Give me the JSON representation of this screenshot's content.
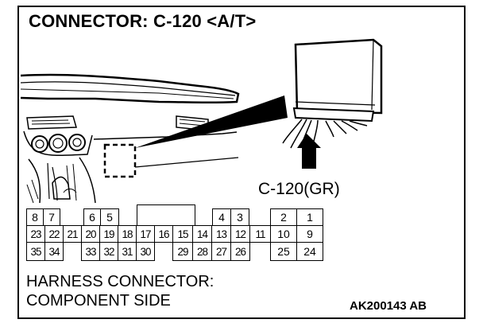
{
  "title": "CONNECTOR: C-120 <A/T>",
  "connector_label": "C-120(GR)",
  "caption_line1": "HARNESS CONNECTOR:",
  "caption_line2": "COMPONENT SIDE",
  "figure_code": "AK200143 AB",
  "pins": {
    "row1": [
      "8",
      "7",
      "6",
      "5",
      "4",
      "3",
      "2",
      "1"
    ],
    "row2": [
      "23",
      "22",
      "21",
      "20",
      "19",
      "18",
      "17",
      "16",
      "15",
      "14",
      "13",
      "12",
      "11",
      "10",
      "9"
    ],
    "row3": [
      "35",
      "34",
      "33",
      "32",
      "31",
      "30",
      "29",
      "28",
      "27",
      "26",
      "25",
      "24"
    ]
  },
  "icons": [
    "dashboard-illustration",
    "ecu-module-illustration",
    "arrow-up-icon"
  ]
}
